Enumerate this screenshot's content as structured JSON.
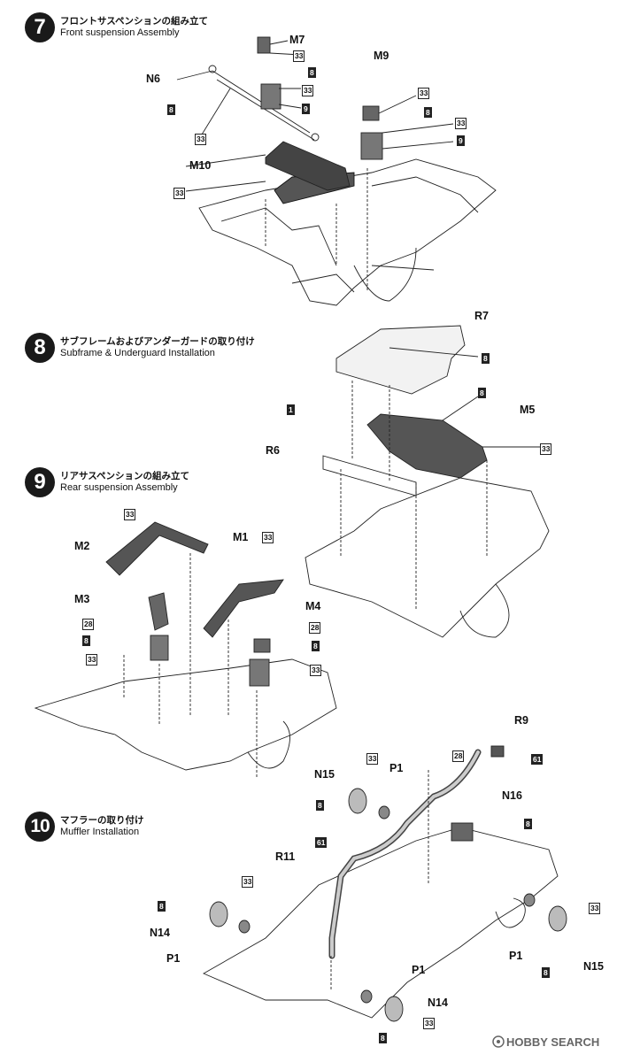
{
  "steps": [
    {
      "number": "7",
      "title_ja": "フロントサスペンションの組み立て",
      "title_en": "Front suspension Assembly"
    },
    {
      "number": "8",
      "title_ja": "サブフレームおよびアンダーガードの取り付け",
      "title_en": "Subframe & Underguard Installation"
    },
    {
      "number": "9",
      "title_ja": "リアサスペンションの組み立て",
      "title_en": "Rear suspension Assembly"
    },
    {
      "number": "10",
      "title_ja": "マフラーの取り付け",
      "title_en": "Muffler Installation"
    }
  ],
  "parts": {
    "m7": "M7",
    "n6": "N6",
    "m9": "M9",
    "m10": "M10",
    "r7": "R7",
    "m5": "M5",
    "r6": "R6",
    "m2": "M2",
    "m1": "M1",
    "m3": "M3",
    "m4": "M4",
    "r9": "R9",
    "n15a": "N15",
    "p1a": "P1",
    "n16": "N16",
    "r11": "R11",
    "n14a": "N14",
    "p1b": "P1",
    "p1c": "P1",
    "n15b": "N15",
    "p1d": "P1",
    "n14b": "N14"
  },
  "color_codes": {
    "c33": "33",
    "c8": "8",
    "c9": "9",
    "c28": "28",
    "c61": "61",
    "c1": "1"
  },
  "watermark": "HOBBY SEARCH"
}
